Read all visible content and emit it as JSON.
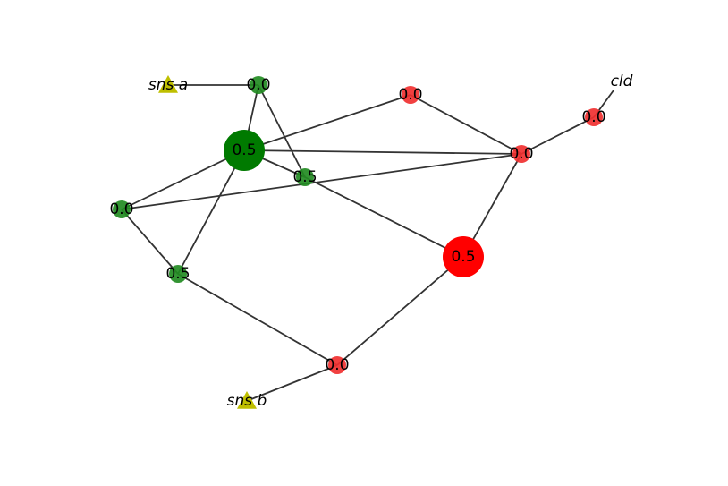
{
  "colors": {
    "green": "#228b22",
    "dark_green": "#007a00",
    "red": "#f03030",
    "bright_red": "#ff0000",
    "yellow": "#bfbf00",
    "edge": "#333333"
  },
  "nodes": [
    {
      "id": "n_top",
      "label": "0.0",
      "color": "green",
      "shape": "circle"
    },
    {
      "id": "n_hub",
      "label": "0.5",
      "color": "dark_green",
      "shape": "circle",
      "big": true
    },
    {
      "id": "n_mid",
      "label": "0.5",
      "color": "green",
      "shape": "circle"
    },
    {
      "id": "n_left",
      "label": "0.0",
      "color": "green",
      "shape": "circle"
    },
    {
      "id": "n_low",
      "label": "0.5",
      "color": "green",
      "shape": "circle"
    },
    {
      "id": "r_top",
      "label": "0.0",
      "color": "red",
      "shape": "circle"
    },
    {
      "id": "r_right",
      "label": "0.0",
      "color": "red",
      "shape": "circle"
    },
    {
      "id": "r_far",
      "label": "0.0",
      "color": "red",
      "shape": "circle"
    },
    {
      "id": "r_big",
      "label": "0.5",
      "color": "bright_red",
      "shape": "circle",
      "big": true
    },
    {
      "id": "r_bottom",
      "label": "0.0",
      "color": "red",
      "shape": "circle"
    },
    {
      "id": "sns_a",
      "label": "sns a",
      "color": "yellow",
      "shape": "triangle"
    },
    {
      "id": "sns_b",
      "label": "sns b",
      "color": "yellow",
      "shape": "triangle"
    },
    {
      "id": "cld",
      "label": "cld",
      "color": "none",
      "shape": "none"
    }
  ],
  "edges": [
    [
      "sns_a",
      "n_top"
    ],
    [
      "n_top",
      "n_hub"
    ],
    [
      "n_top",
      "n_mid"
    ],
    [
      "n_hub",
      "r_top"
    ],
    [
      "n_hub",
      "r_right"
    ],
    [
      "n_hub",
      "n_mid"
    ],
    [
      "n_hub",
      "n_left"
    ],
    [
      "n_hub",
      "n_low"
    ],
    [
      "n_mid",
      "r_big"
    ],
    [
      "n_left",
      "r_right"
    ],
    [
      "n_left",
      "n_low"
    ],
    [
      "r_top",
      "r_right"
    ],
    [
      "r_right",
      "r_far"
    ],
    [
      "r_right",
      "r_big"
    ],
    [
      "r_far",
      "cld"
    ],
    [
      "n_low",
      "r_bottom"
    ],
    [
      "r_bottom",
      "r_big"
    ],
    [
      "r_bottom",
      "sns_b"
    ]
  ]
}
